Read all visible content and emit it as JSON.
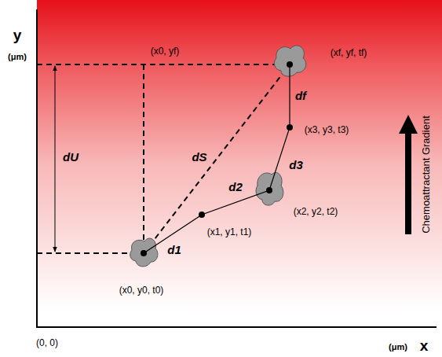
{
  "diagram": {
    "labels": [
      "y",
      "(μm)",
      "(0, 0)",
      "(μm)",
      "x",
      "(x0, yf)",
      "(xf, yf, tf)",
      "df",
      "(x3, y3, t3)",
      "d3",
      "dS",
      "dU",
      "d2",
      "(x2, y2, t2)",
      "(x1, y1, t1)",
      "d1",
      "(x0, y0, t0)",
      "Chemoattractant Gradient"
    ]
  }
}
